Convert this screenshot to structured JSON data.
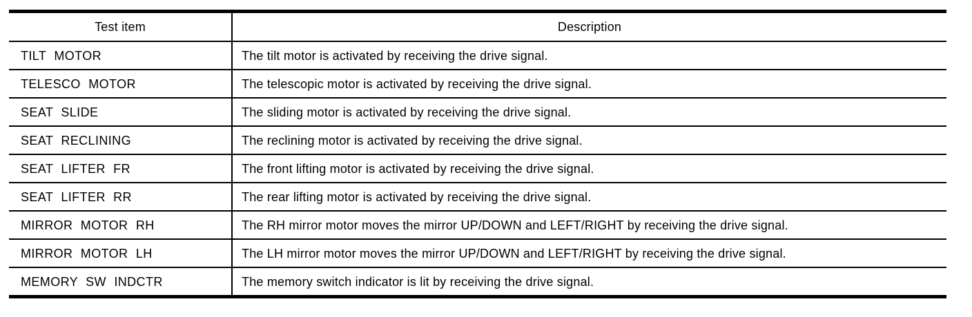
{
  "table": {
    "headers": {
      "test_item": "Test item",
      "description": "Description"
    },
    "rows": [
      {
        "item": "TILT MOTOR",
        "desc": "The tilt motor is activated by receiving the drive signal."
      },
      {
        "item": "TELESCO MOTOR",
        "desc": "The telescopic motor is activated by receiving the drive signal."
      },
      {
        "item": "SEAT SLIDE",
        "desc": "The sliding motor is activated by receiving the drive signal."
      },
      {
        "item": "SEAT RECLINING",
        "desc": "The reclining motor is activated by receiving the drive signal."
      },
      {
        "item": "SEAT LIFTER FR",
        "desc": "The front lifting motor is activated by receiving the drive signal."
      },
      {
        "item": "SEAT LIFTER RR",
        "desc": "The rear lifting motor is activated by receiving the drive signal."
      },
      {
        "item": "MIRROR MOTOR RH",
        "desc": "The RH mirror motor moves the mirror UP/DOWN and LEFT/RIGHT by receiving the drive signal."
      },
      {
        "item": "MIRROR MOTOR LH",
        "desc": "The LH mirror motor moves the mirror UP/DOWN and LEFT/RIGHT by receiving the drive signal."
      },
      {
        "item": "MEMORY SW INDCTR",
        "desc": "The memory switch indicator is lit by receiving the drive signal."
      }
    ],
    "colors": {
      "border": "#000000",
      "text": "#000000",
      "background": "#ffffff"
    }
  }
}
